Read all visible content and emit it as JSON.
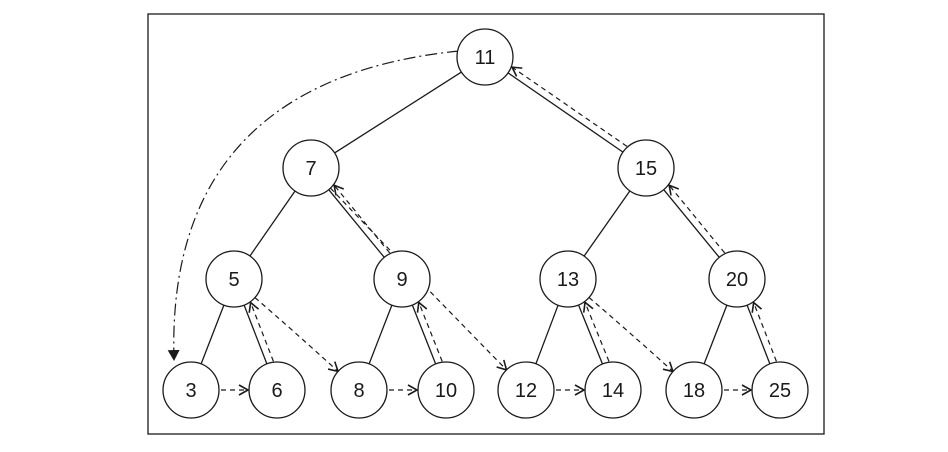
{
  "diagram": {
    "nodes": [
      {
        "id": "n11",
        "label": "11"
      },
      {
        "id": "n7",
        "label": "7"
      },
      {
        "id": "n15",
        "label": "15"
      },
      {
        "id": "n5",
        "label": "5"
      },
      {
        "id": "n9",
        "label": "9"
      },
      {
        "id": "n13",
        "label": "13"
      },
      {
        "id": "n20",
        "label": "20"
      },
      {
        "id": "n3",
        "label": "3"
      },
      {
        "id": "n6",
        "label": "6"
      },
      {
        "id": "n8",
        "label": "8"
      },
      {
        "id": "n10",
        "label": "10"
      },
      {
        "id": "n12",
        "label": "12"
      },
      {
        "id": "n14",
        "label": "14"
      },
      {
        "id": "n18",
        "label": "18"
      },
      {
        "id": "n25",
        "label": "25"
      }
    ],
    "tree_edges": [
      [
        "n11",
        "n7"
      ],
      [
        "n11",
        "n15"
      ],
      [
        "n7",
        "n5"
      ],
      [
        "n7",
        "n9"
      ],
      [
        "n15",
        "n13"
      ],
      [
        "n15",
        "n20"
      ],
      [
        "n5",
        "n3"
      ],
      [
        "n5",
        "n6"
      ],
      [
        "n9",
        "n8"
      ],
      [
        "n9",
        "n10"
      ],
      [
        "n13",
        "n12"
      ],
      [
        "n13",
        "n14"
      ],
      [
        "n20",
        "n18"
      ],
      [
        "n20",
        "n25"
      ]
    ],
    "traversal_links": [
      {
        "from": "n11",
        "to": "n3",
        "style": "dash-dot"
      },
      {
        "from": "n3",
        "to": "n6",
        "style": "dashed"
      },
      {
        "from": "n6",
        "to": "n5",
        "style": "dashed"
      },
      {
        "from": "n5",
        "to": "n8",
        "style": "dashed"
      },
      {
        "from": "n8",
        "to": "n10",
        "style": "dashed"
      },
      {
        "from": "n10",
        "to": "n9",
        "style": "dashed"
      },
      {
        "from": "n9",
        "to": "n7",
        "style": "dashed"
      },
      {
        "from": "n7",
        "to": "n12",
        "style": "dashed"
      },
      {
        "from": "n12",
        "to": "n14",
        "style": "dashed"
      },
      {
        "from": "n14",
        "to": "n13",
        "style": "dashed"
      },
      {
        "from": "n13",
        "to": "n18",
        "style": "dashed"
      },
      {
        "from": "n18",
        "to": "n25",
        "style": "dashed"
      },
      {
        "from": "n25",
        "to": "n20",
        "style": "dashed"
      },
      {
        "from": "n20",
        "to": "n15",
        "style": "dashed"
      },
      {
        "from": "n15",
        "to": "n11",
        "style": "dashed"
      }
    ],
    "colors": {
      "stroke": "#1a1a1a",
      "background": "#ffffff"
    }
  }
}
